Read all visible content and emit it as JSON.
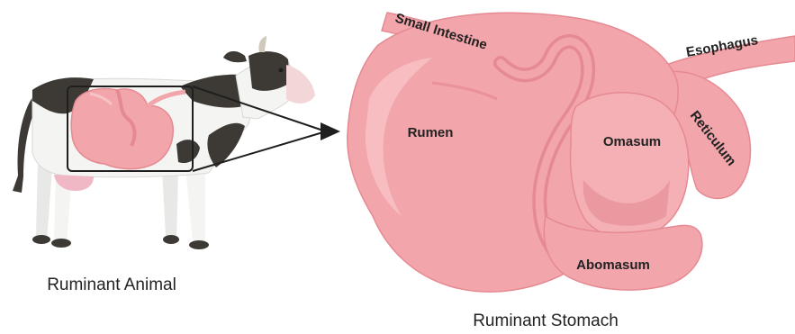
{
  "captions": {
    "animal": "Ruminant Animal",
    "stomach": "Ruminant Stomach"
  },
  "organs": {
    "small_intestine": "Small Intestine",
    "esophagus": "Esophagus",
    "rumen": "Rumen",
    "omasum": "Omasum",
    "reticulum": "Reticulum",
    "abomasum": "Abomasum"
  },
  "colors": {
    "stomach_fill": "#f2a5aa",
    "stomach_dark": "#e58a92",
    "stomach_light": "#f7c3c6",
    "cow_black": "#3d3a36",
    "cow_white": "#f4f4f2",
    "udder": "#f0b7c4"
  }
}
